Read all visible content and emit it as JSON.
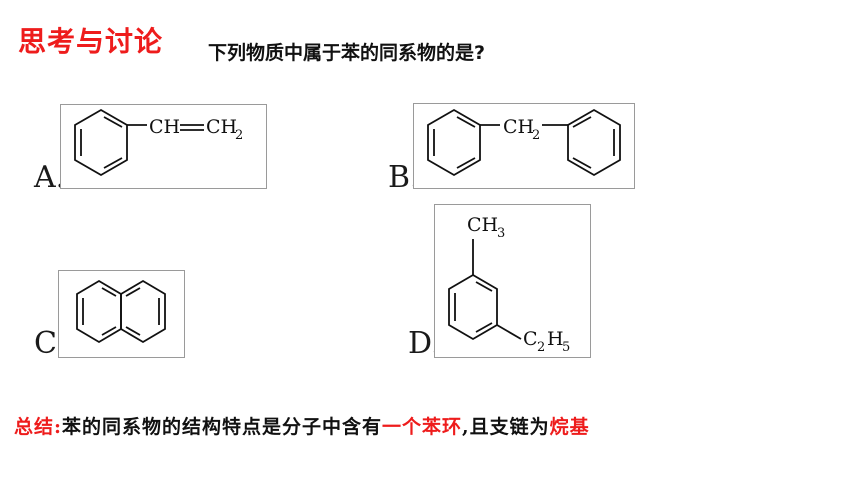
{
  "title": "思考与讨论",
  "question": "下列物质中属于苯的同系物的是?",
  "options": [
    {
      "letter": "A.",
      "groups": {
        "ch": "CH",
        "eq": "=",
        "ch2": "CH",
        "ch2_sub": "2"
      }
    },
    {
      "letter": "B.",
      "groups": {
        "ch2": "CH",
        "ch2_sub": "2"
      }
    },
    {
      "letter": "C.",
      "groups": {}
    },
    {
      "letter": "D.",
      "groups": {
        "ch3": "CH",
        "ch3_sub": "3",
        "c2": "C",
        "c2_sub": "2",
        "h5": "H",
        "h5_sub": "5"
      }
    }
  ],
  "summary": {
    "label": "总结:",
    "text1": "苯的同系物的结构特点是分子中含有",
    "highlight1": "一个苯环",
    "text2": ",且支链为",
    "highlight2": "烷基"
  },
  "colors": {
    "accent": "#ee1c1c",
    "text": "#111111"
  }
}
